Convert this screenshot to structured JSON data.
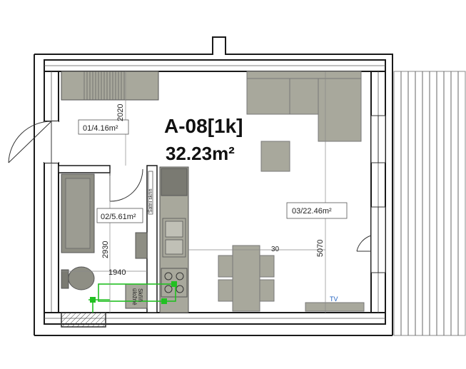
{
  "apartment": {
    "code": "A-08[1k]",
    "total_area": "32.23m²"
  },
  "rooms": [
    {
      "label": "01/4.16m²"
    },
    {
      "label": "02/5.61m²"
    },
    {
      "label": "03/22.46m²"
    }
  ],
  "dimensions": {
    "hall_height": "2020",
    "bath_height": "2930",
    "bath_width": "1940",
    "room_depth": "5070",
    "small": "30"
  },
  "annotations": {
    "tv": "TV",
    "wardrobe_vertical": "Šatní skříň",
    "storage": "Skříň",
    "storage_sub": "úložné"
  },
  "colors": {
    "wall": "#1a1a1a",
    "furniture": "#a8a89c",
    "furniture_dark": "#8e8e84",
    "kitchen_tile": "#7a7a72",
    "pipe": "#22c022"
  }
}
